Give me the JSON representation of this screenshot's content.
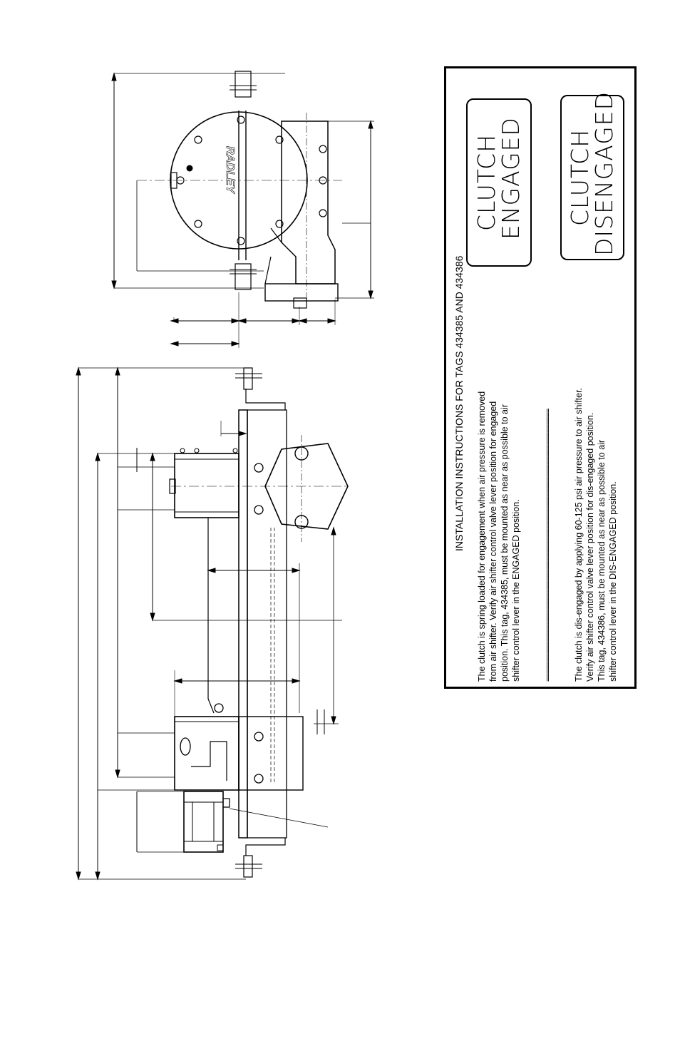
{
  "drawing": {
    "brand_mark": "RADLEY"
  },
  "instructions": {
    "title": "INSTALLATION INSTRUCTIONS FOR TAGS 434385 AND 434386",
    "engaged_paragraph": [
      "The clutch is spring loaded for engagement when air pressure is removed",
      "from air shifter.  Verify air shifter control valve lever position for engaged",
      "position.  This tag, 434385, must be mounted as near as possible to air",
      "shifter control lever in the ENGAGED position."
    ],
    "separator": "====================================================================",
    "disengaged_paragraph": [
      "The clutch is dis-engaged by applying 60-125 psi air pressure to air shifter.",
      "Verify air shifter control valve lever position for dis-engaged position.",
      "This tag,  434386, must be mounted as near as possible to air",
      "shifter control lever in the DIS-ENGAGED position."
    ],
    "tag_engaged": [
      "CLUTCH",
      "ENGAGED"
    ],
    "tag_disengaged": [
      "CLUTCH",
      "DISENGAGED"
    ]
  }
}
